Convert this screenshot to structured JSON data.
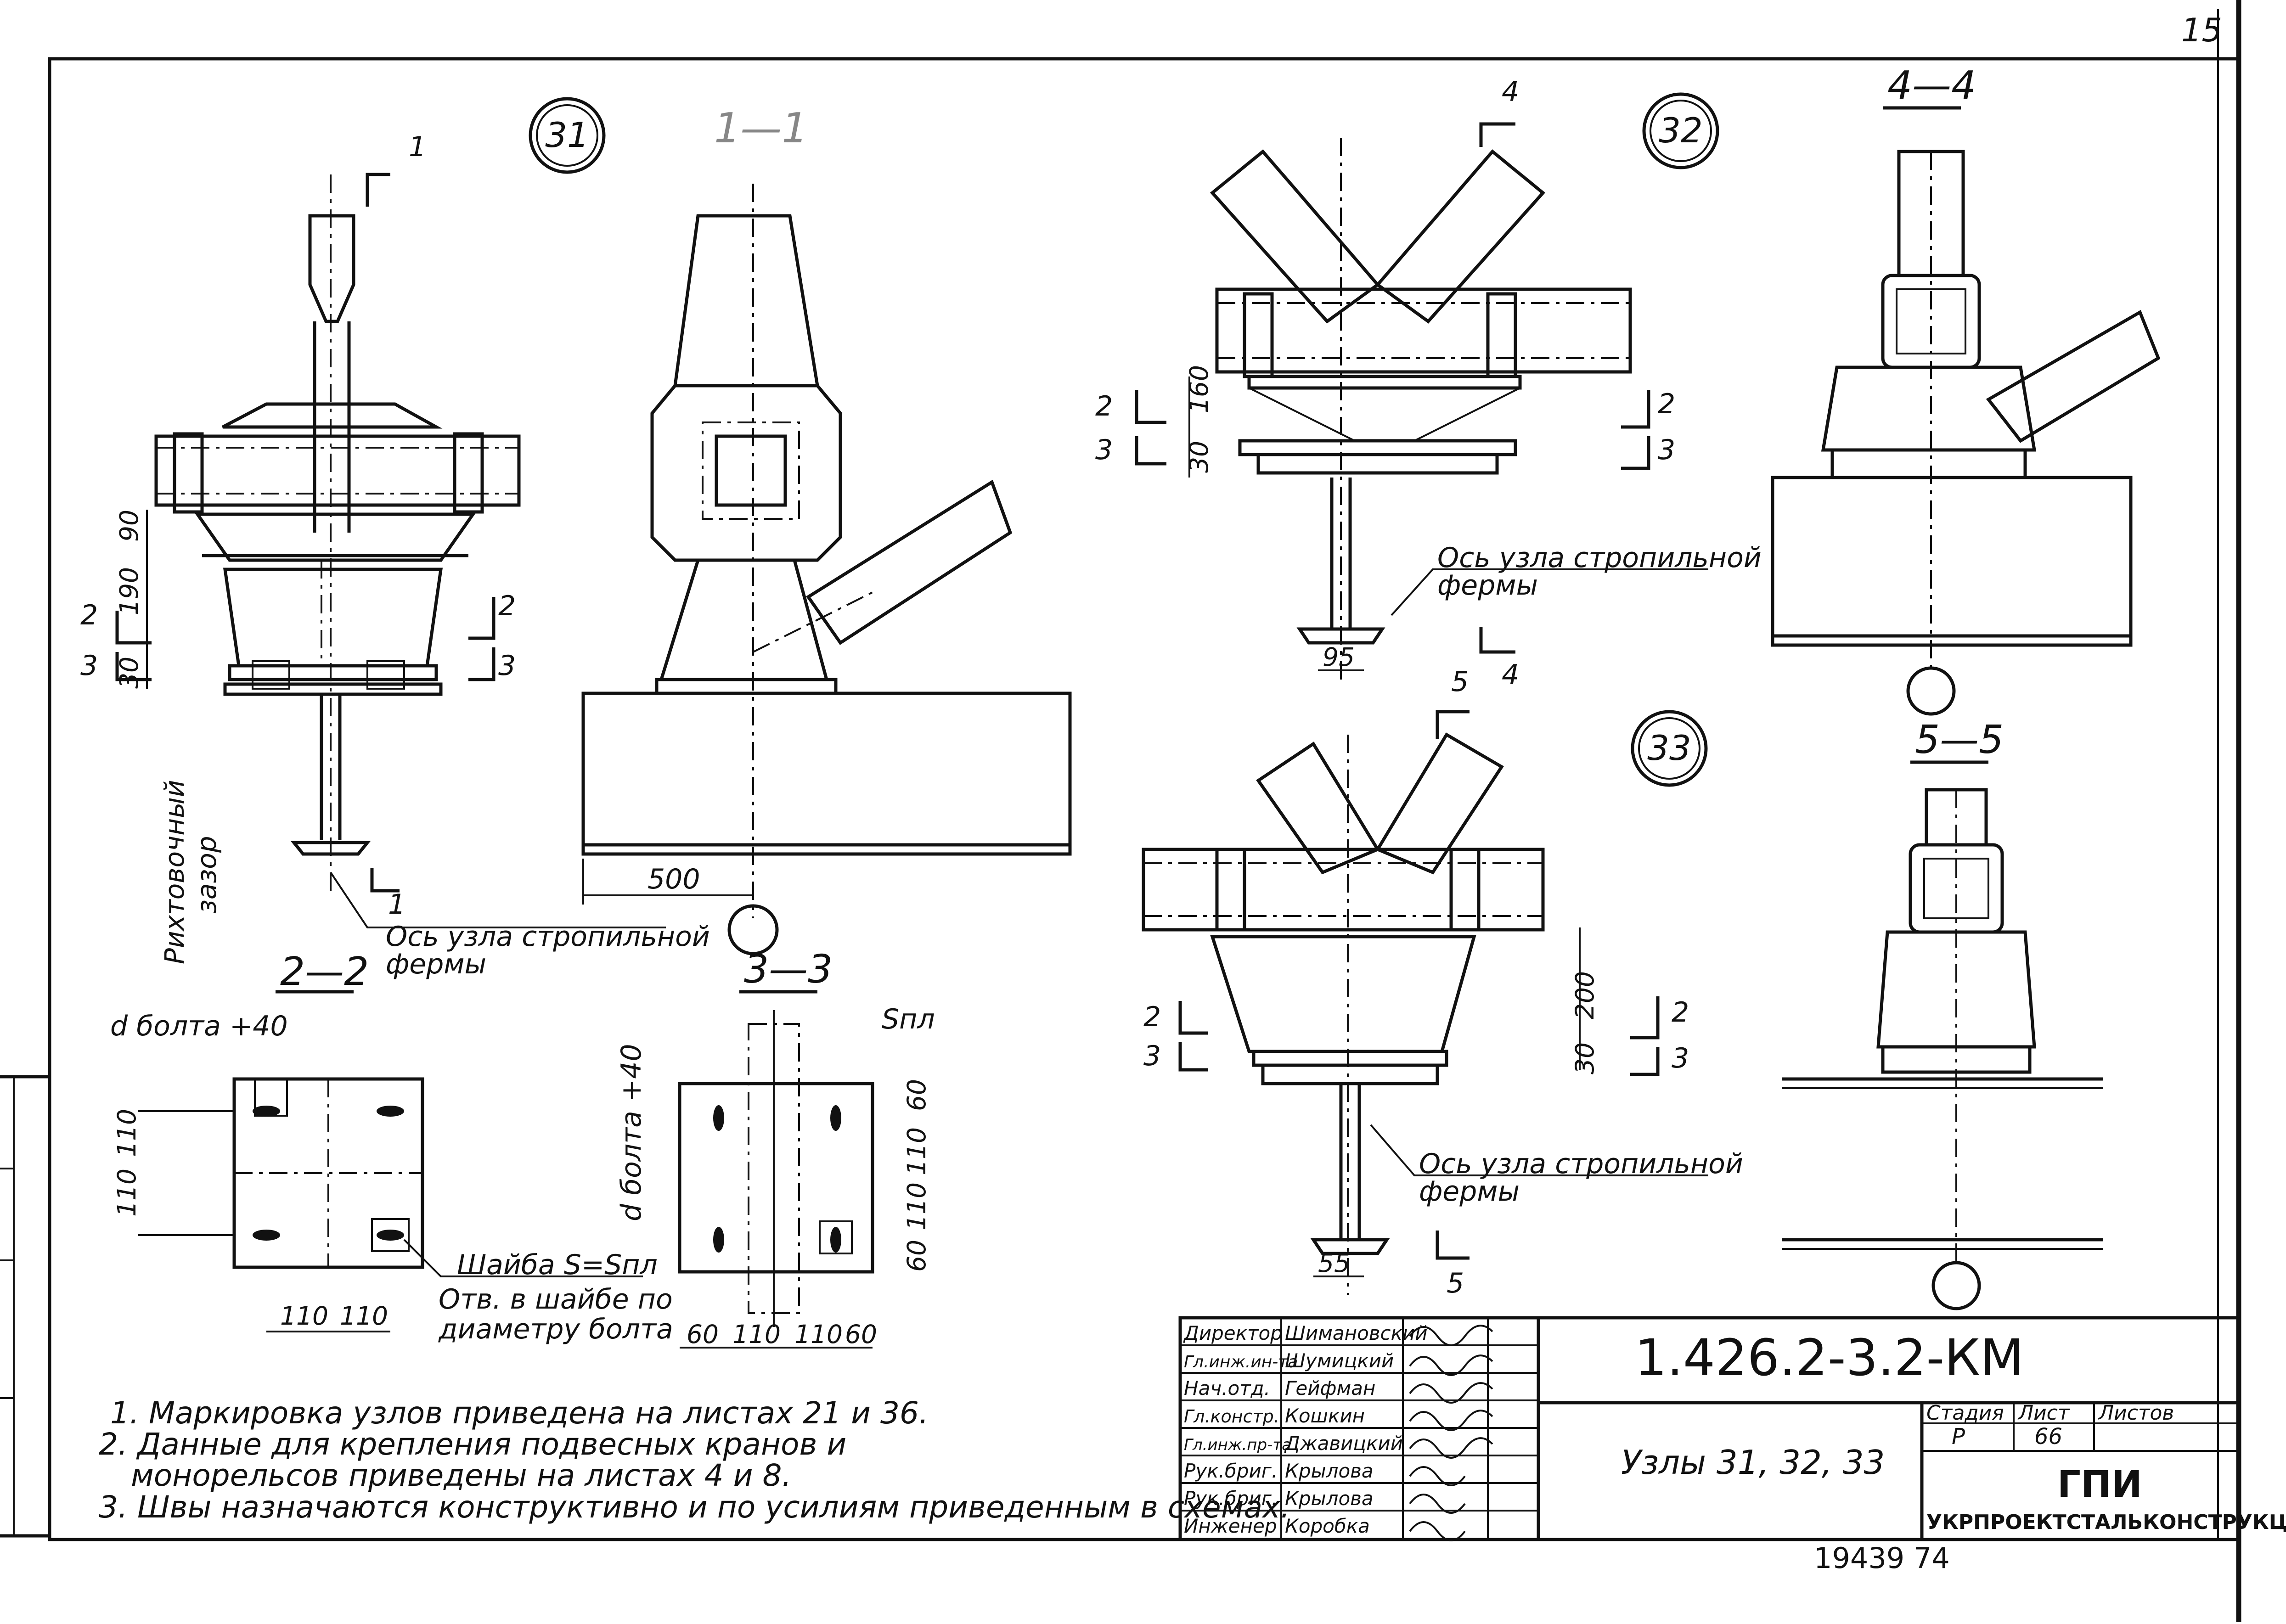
{
  "sheet": {
    "corner_page": "15",
    "doc_number": "1.426.2-3.2-КМ",
    "title": "Узлы   31, 32, 33",
    "org_short": "ГПИ",
    "org_full": "УКРПРОЕКТСТАЛЬКОНСТРУКЦИЯ",
    "bottom_number": "19439   74"
  },
  "stamp": {
    "columns": {
      "stage": "Стадия",
      "sheet": "Лист",
      "sheets": "Листов"
    },
    "values": {
      "stage": "Р",
      "sheet": "66",
      "sheets": ""
    },
    "signatures": [
      {
        "role": "Директор",
        "name": "Шимановский"
      },
      {
        "role": "Гл.инж.ин-та",
        "name": "Шумицкий"
      },
      {
        "role": "Нач.отд.",
        "name": "Гейфман"
      },
      {
        "role": "Гл.констр.",
        "name": "Кошкин"
      },
      {
        "role": "Гл.инж.пр-та",
        "name": "Джавицкий"
      },
      {
        "role": "Рук.бриг.",
        "name": "Крылова"
      },
      {
        "role": "Рук.бриг.",
        "name": "Крылова"
      },
      {
        "role": "Инженер",
        "name": "Коробка"
      }
    ]
  },
  "notes": [
    "1. Маркировка узлов приведена на листах 21 и 36.",
    "2. Данные для крепления подвесных кранов и",
    "монорельсов приведены на листах 4 и 8.",
    "3. Швы назначаются конструктивно и по усилиям приведенным в схемах."
  ],
  "node_labels": {
    "n31": "31",
    "n32": "32",
    "n33": "33"
  },
  "section_labels": {
    "s22": "2—2",
    "s33": "3—3",
    "s44": "4—4",
    "s55": "5—5",
    "s11": "1—1"
  },
  "cut_marks": {
    "c1": "1",
    "c2": "2",
    "c3": "3",
    "c4": "4",
    "c5": "5"
  },
  "dimensions": {
    "d90": "90",
    "d190": "190",
    "d30": "30",
    "d500": "500",
    "d160": "160",
    "d30b": "30",
    "d95": "95",
    "d200": "200",
    "d30c": "30",
    "d55": "55",
    "d110": "110",
    "d60": "60"
  },
  "annotations": {
    "axis_node_line1": "Ось узла стропильной",
    "axis_node_line2": "фермы",
    "gap_line1": "Рихтовочный",
    "gap_line2": "зазор",
    "bolt_d40": "d болта +40",
    "washer_line1": "Шайба S=Sпл",
    "washer_line2": "Отв. в шайбе по",
    "washer_line3": "диаметру болта",
    "plate": "Sпл"
  }
}
